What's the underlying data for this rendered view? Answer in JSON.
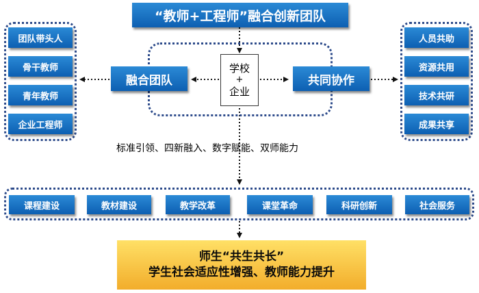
{
  "title": "“教师+工程师”融合创新团队",
  "left_items": [
    "团队带头人",
    "骨干教师",
    "青年教师",
    "企业工程师"
  ],
  "right_items": [
    "人员共助",
    "资源共用",
    "技术共研",
    "成果共享"
  ],
  "center": {
    "left_label": "融合团队",
    "right_label": "共同协作",
    "core_top": "学校",
    "core_plus": "+",
    "core_bottom": "企业"
  },
  "caption": "标准引领、四新融入、数字赋能、双师能力",
  "bottom_items": [
    "课程建设",
    "教材建设",
    "教学改革",
    "课堂革命",
    "科研创新",
    "社会服务"
  ],
  "result": {
    "line1": "师生“共生共长”",
    "line2": "学生社会适应性增强、教师能力提升"
  },
  "colors": {
    "box_blue": "#0d5fb2",
    "border_navy": "#2c4a8a",
    "result_orange": "#f2ad2b"
  }
}
